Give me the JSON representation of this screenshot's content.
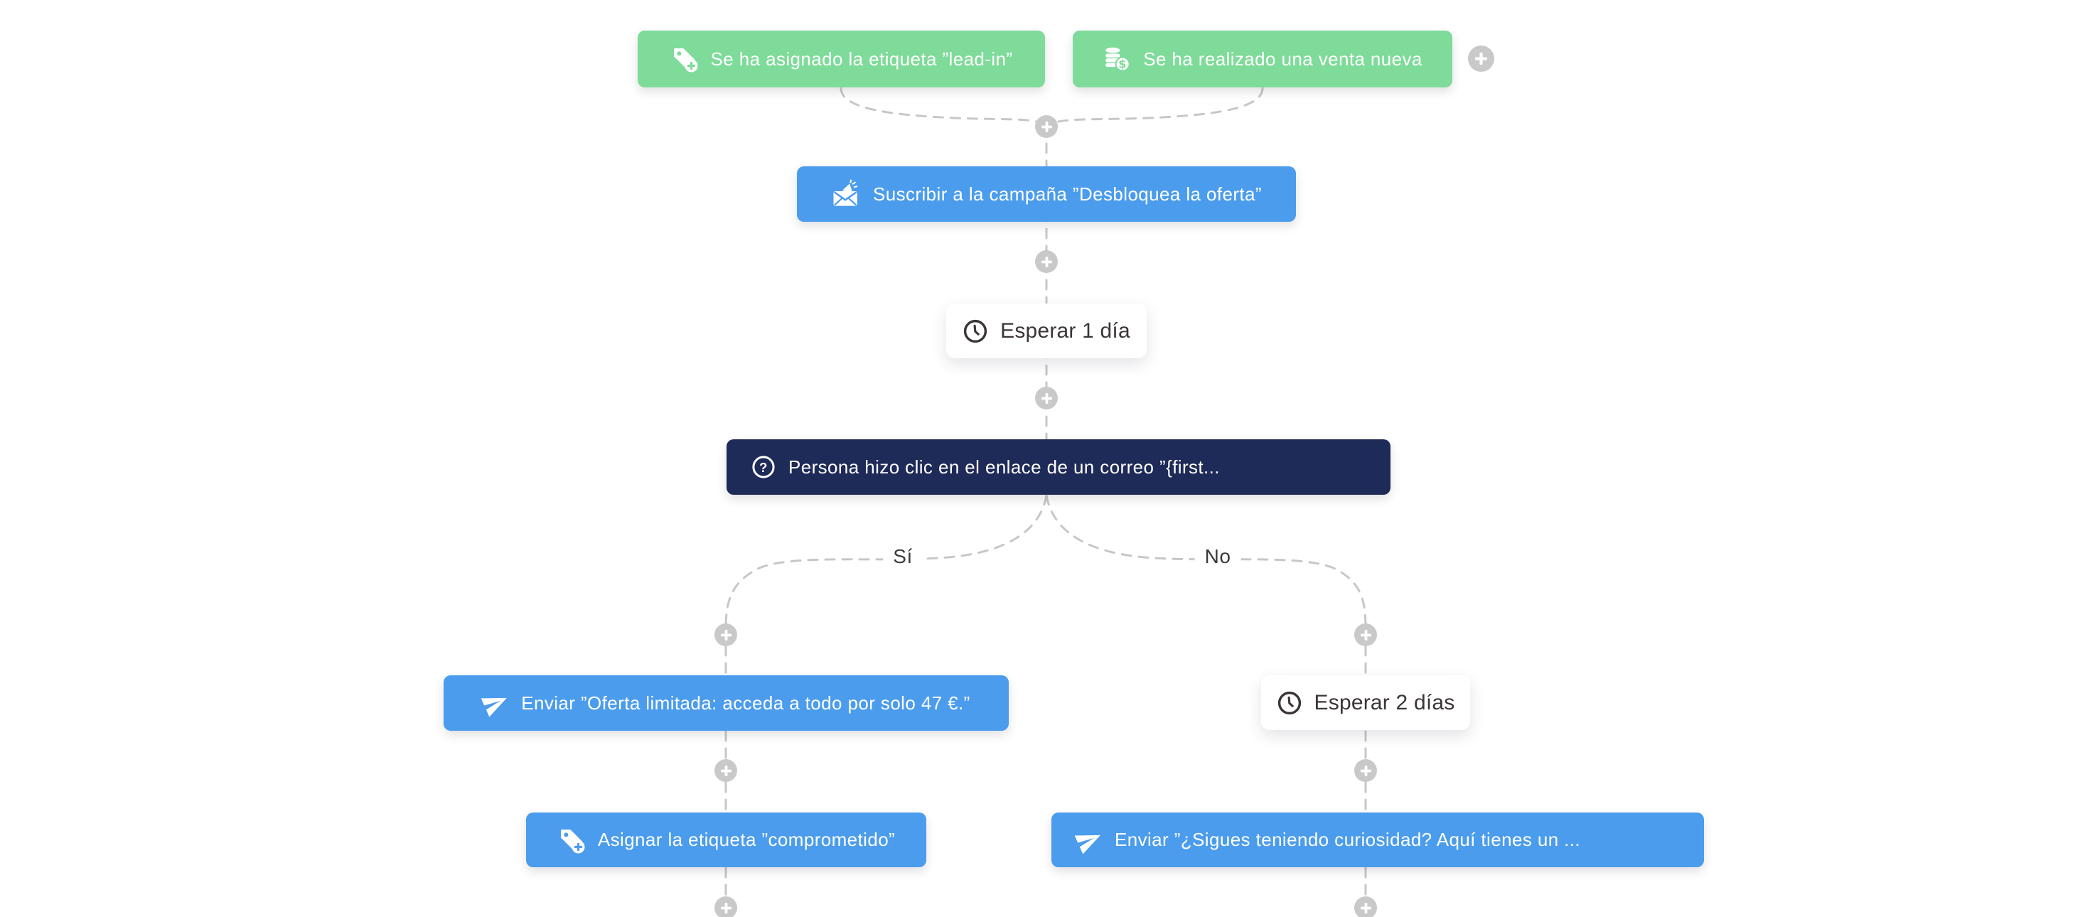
{
  "app": {
    "view": "automation-workflow-canvas",
    "language": "es"
  },
  "colors": {
    "canvas_background": "#ffffff",
    "trigger_green": "#7edb99",
    "action_blue": "#4b9cec",
    "condition_navy": "#1e2a57",
    "delay_white": "#ffffff",
    "delay_text": "#3b3535",
    "connector_grey": "#c7c7c7",
    "plus_button_grey": "#c9c9c9"
  },
  "nodes": {
    "trigger_tag_assigned": {
      "type": "trigger",
      "icon": "tag-plus-icon",
      "label": "Se ha asignado la etiqueta ”lead-in”"
    },
    "trigger_new_sale": {
      "type": "trigger",
      "icon": "coins-icon",
      "label": "Se ha realizado una venta nueva"
    },
    "subscribe_campaign": {
      "type": "action",
      "icon": "campaign-email-icon",
      "label": "Suscribir a la campaña ”Desbloquea la oferta”"
    },
    "wait_1_day": {
      "type": "delay",
      "icon": "clock-icon",
      "label": "Esperar 1 día"
    },
    "condition_link_click": {
      "type": "condition",
      "icon": "question-circle-icon",
      "label": "Persona hizo clic en el enlace de un correo ”{first..."
    },
    "send_offer_email": {
      "type": "action",
      "icon": "send-icon",
      "label": "Enviar ”Oferta limitada: acceda a todo por solo 47 €.”"
    },
    "wait_2_days": {
      "type": "delay",
      "icon": "clock-icon",
      "label": "Esperar 2 días"
    },
    "assign_tag_engaged": {
      "type": "action",
      "icon": "tag-plus-icon",
      "label": "Asignar la etiqueta ”comprometido”"
    },
    "send_followup_email": {
      "type": "action",
      "icon": "send-icon",
      "label": "Enviar ”¿Sigues teniendo curiosidad? Aquí tienes un ..."
    }
  },
  "branch": {
    "yes_label": "Sí",
    "no_label": "No"
  }
}
